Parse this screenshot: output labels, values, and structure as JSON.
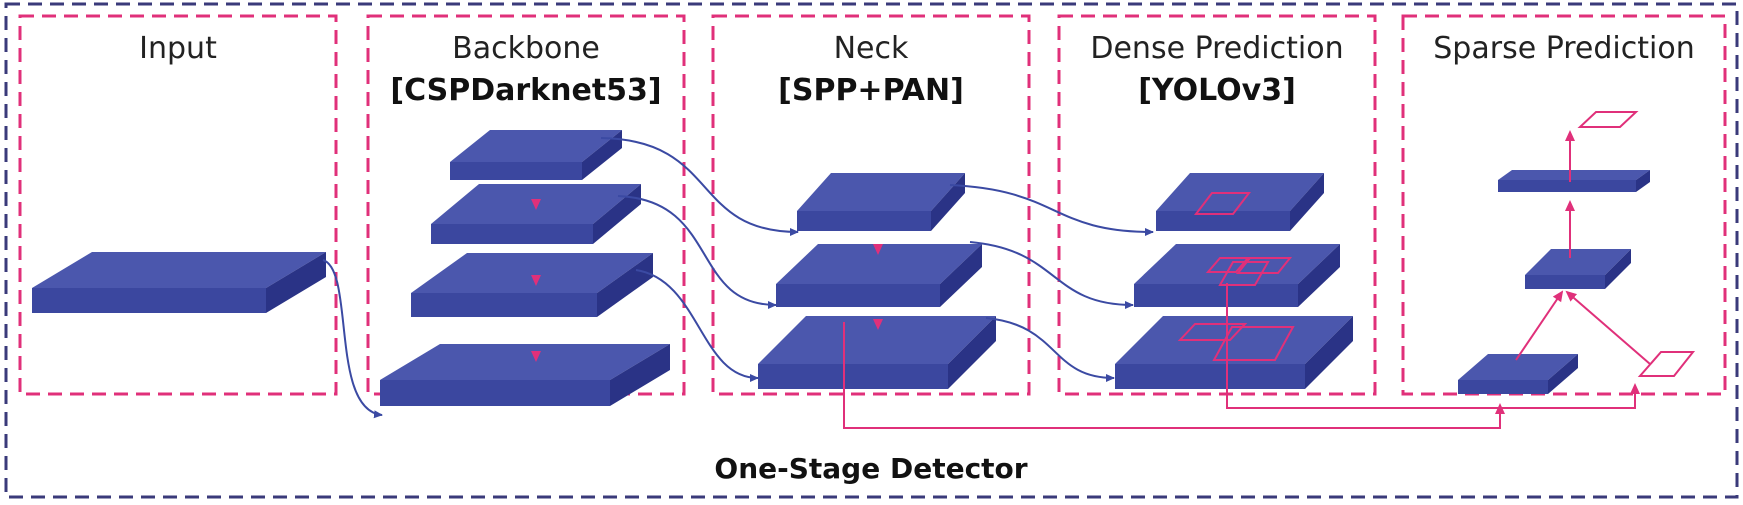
{
  "diagram": {
    "footer_label": "One-Stage Detector",
    "colors": {
      "outer_border": "#3a3a7a",
      "stage_border": "#e0307a",
      "block_top": "#4b57ad",
      "block_front": "#3b479f",
      "block_side": "#2a3386",
      "arrow_blue": "#3b4aa3",
      "arrow_pink": "#e0307a"
    },
    "stages": [
      {
        "title": "Input",
        "subtitle": ""
      },
      {
        "title": "Backbone",
        "subtitle": "[CSPDarknet53]"
      },
      {
        "title": "Neck",
        "subtitle": "[SPP+PAN]"
      },
      {
        "title": "Dense Prediction",
        "subtitle": "[YOLOv3]"
      },
      {
        "title": "Sparse Prediction",
        "subtitle": ""
      }
    ]
  }
}
